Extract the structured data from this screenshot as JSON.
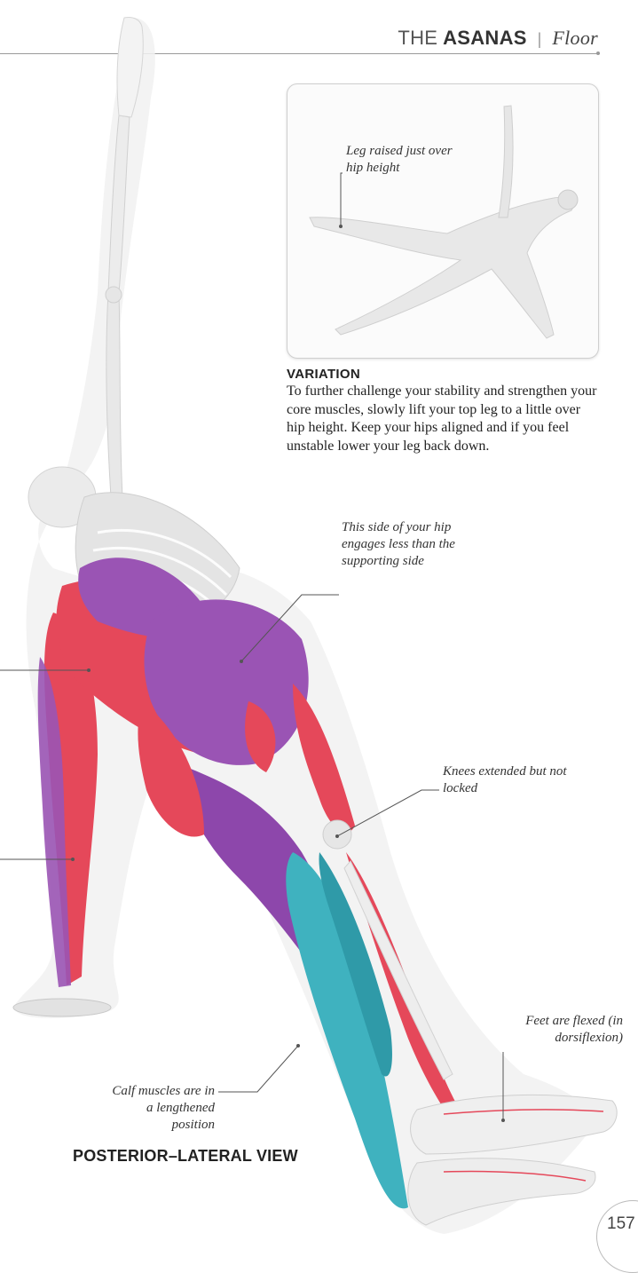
{
  "header": {
    "the": "THE",
    "asanas": "ASANAS",
    "separator": "|",
    "section": "Floor"
  },
  "variation_box": {
    "callout": "Leg raised just over hip height"
  },
  "variation": {
    "title": "VARIATION",
    "text": "To further challenge your stability and strengthen your core muscles, slowly lift your top leg to a little over hip height. Keep your hips aligned and if you feel unstable lower your leg back down."
  },
  "callouts": {
    "hip": "This side of your hip engages less than the supporting side",
    "knees": "Knees extended but not locked",
    "feet": "Feet are flexed (in dorsiflexion)",
    "calf": "Calf muscles are in a lengthened position"
  },
  "view_title": "POSTERIOR–LATERAL VIEW",
  "page_number": "157",
  "colors": {
    "muscle_red": "#e5485a",
    "muscle_purple": "#9a54b4",
    "muscle_teal": "#3fb2bf",
    "skeleton": "#ececec",
    "rule": "#9a9a9a"
  }
}
